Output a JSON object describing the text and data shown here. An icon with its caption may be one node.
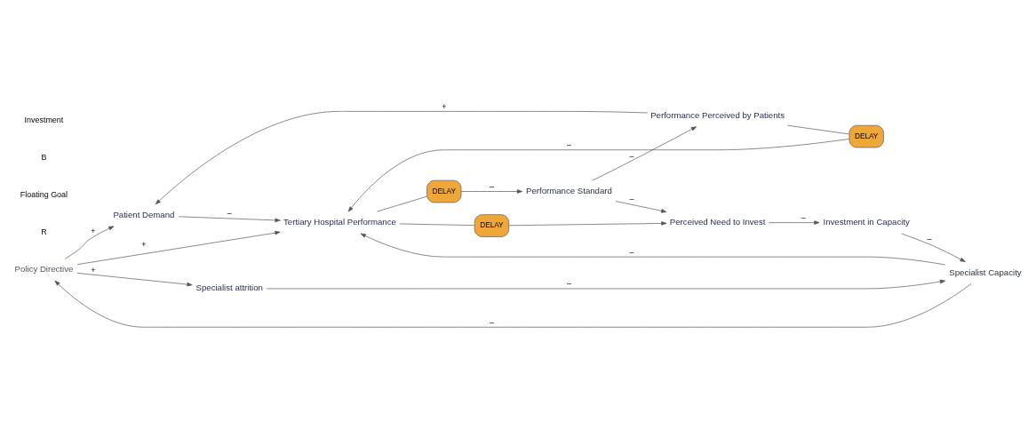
{
  "diagram": {
    "nodes": [
      {
        "text": [
          "Policy Directive"
        ]
      },
      {
        "text": [
          "Patient Demand"
        ]
      },
      {
        "text": [
          "Performance Perceived by Patients"
        ]
      },
      {
        "text": [
          "DELAY"
        ]
      },
      {
        "text": [
          "Specialist attrition"
        ]
      },
      {
        "text": [
          "Tertiary Hospital Performance"
        ]
      },
      {
        "text": [
          "DELAY"
        ]
      },
      {
        "text": [
          "Performance Standard"
        ]
      },
      {
        "text": [
          "DELAY"
        ]
      },
      {
        "text": [
          "Specialist Capacity"
        ]
      },
      {
        "text": [
          "Perceived Need to Invest"
        ]
      },
      {
        "text": [
          "Investment in Capacity"
        ]
      }
    ],
    "edges": [
      {
        "from": 0,
        "to": 1,
        "arrow": "to",
        "label": "+"
      },
      {
        "from": 0,
        "to": 5,
        "arrow": "to",
        "label": "+"
      },
      {
        "from": 0,
        "to": 4,
        "arrow": "to",
        "label": "+"
      },
      {
        "from": 1,
        "to": 5,
        "arrow": "to",
        "label": "–"
      },
      {
        "from": 2,
        "to": 1,
        "arrow": "to",
        "label": "+"
      },
      {
        "from": 2,
        "to": 3,
        "arrow": "none"
      },
      {
        "from": 3,
        "to": 5,
        "arrow": "to",
        "label": "–"
      },
      {
        "from": 5,
        "to": 6,
        "arrow": "none"
      },
      {
        "from": 6,
        "to": 7,
        "arrow": "to",
        "label": "–"
      },
      {
        "from": 7,
        "to": 2,
        "arrow": "to",
        "label": "–"
      },
      {
        "from": 7,
        "to": 10,
        "arrow": "to",
        "label": "–"
      },
      {
        "from": 5,
        "to": 8,
        "arrow": "none"
      },
      {
        "from": 8,
        "to": 10,
        "arrow": "to"
      },
      {
        "from": 4,
        "to": 9,
        "arrow": "to",
        "label": "–"
      },
      {
        "from": 9,
        "to": 0,
        "arrow": "to",
        "label": "–"
      },
      {
        "from": 9,
        "to": 5,
        "arrow": "to",
        "label": "–"
      },
      {
        "from": 10,
        "to": 11,
        "arrow": "to",
        "label": "–"
      },
      {
        "from": 11,
        "to": 9,
        "arrow": "to",
        "label": "–"
      }
    ],
    "labels": [
      "R",
      "Floating Goal",
      "B",
      "Investment"
    ]
  }
}
